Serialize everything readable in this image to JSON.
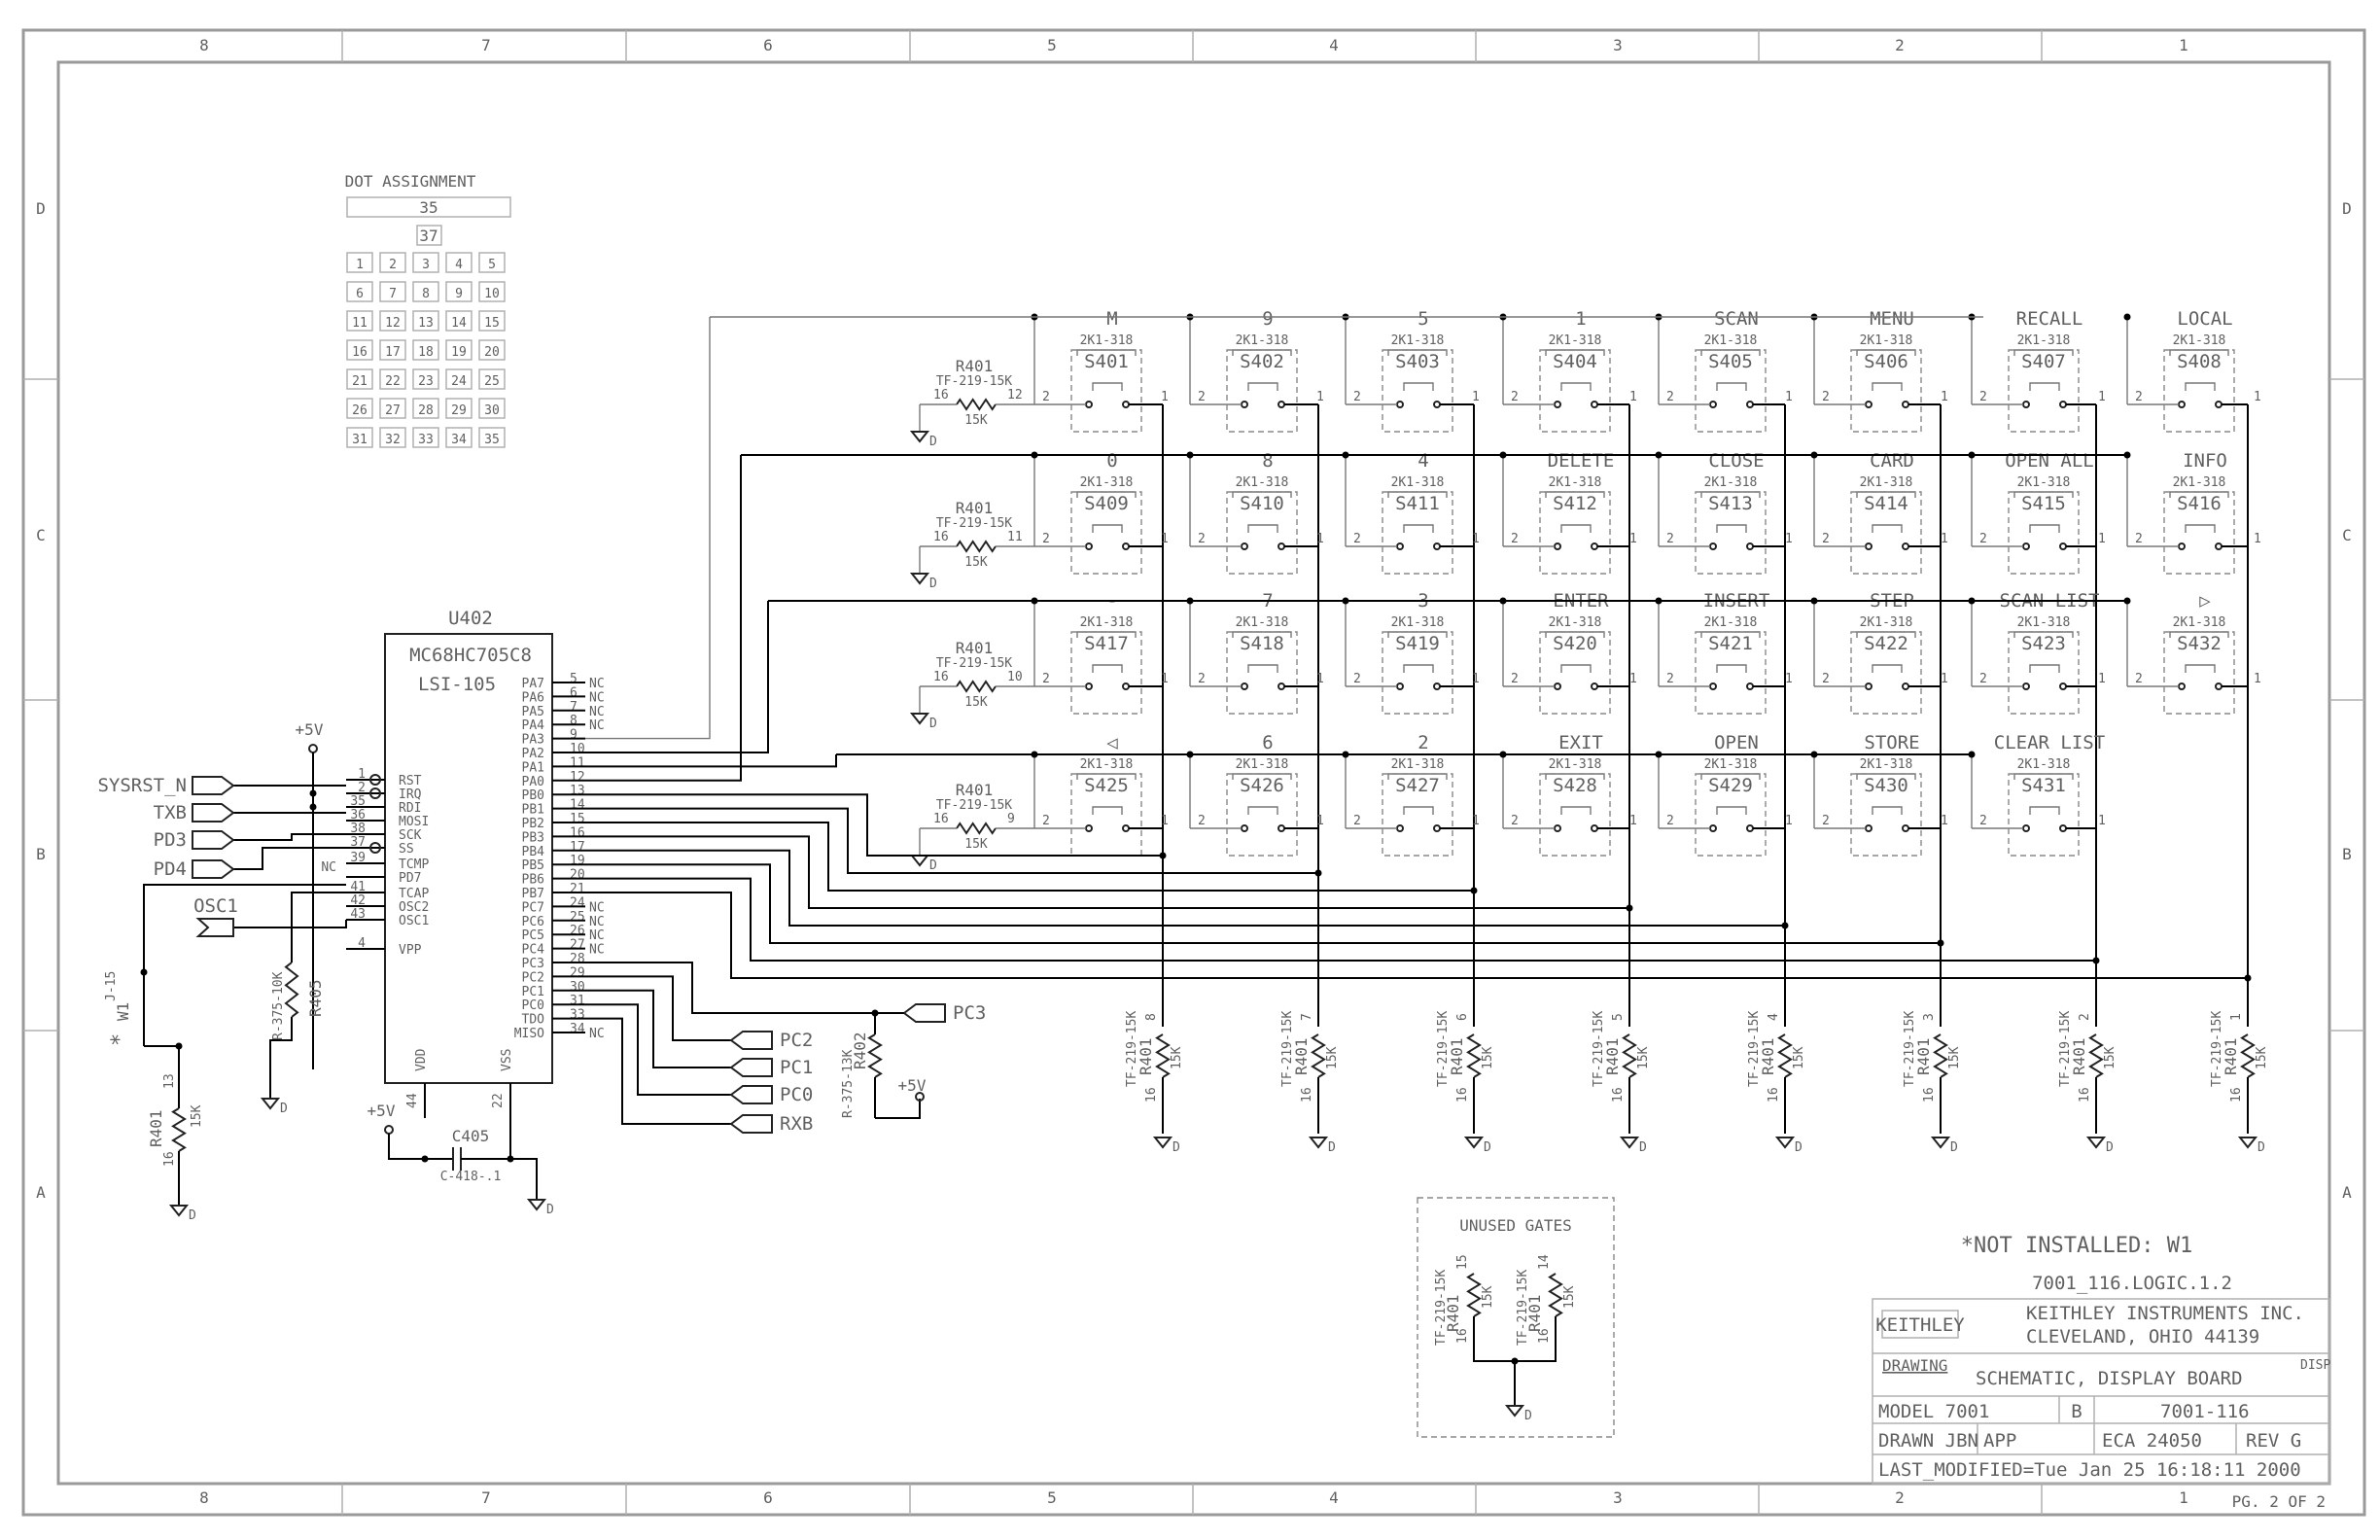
{
  "border": {
    "columns": [
      "8",
      "7",
      "6",
      "5",
      "4",
      "3",
      "2",
      "1"
    ],
    "rows": [
      "D",
      "C",
      "B",
      "A"
    ]
  },
  "dot_assignment": {
    "title": "DOT ASSIGNMENT",
    "top": "35",
    "second": "37",
    "grid": [
      [
        "1",
        "2",
        "3",
        "4",
        "5"
      ],
      [
        "6",
        "7",
        "8",
        "9",
        "10"
      ],
      [
        "11",
        "12",
        "13",
        "14",
        "15"
      ],
      [
        "16",
        "17",
        "18",
        "19",
        "20"
      ],
      [
        "21",
        "22",
        "23",
        "24",
        "25"
      ],
      [
        "26",
        "27",
        "28",
        "29",
        "30"
      ],
      [
        "31",
        "32",
        "33",
        "34",
        "35"
      ]
    ]
  },
  "switch_part": "2K1-318",
  "keypad": [
    [
      "M",
      "9",
      "5",
      "1",
      "SCAN",
      "MENU",
      "RECALL",
      "LOCAL"
    ],
    [
      "0",
      "8",
      "4",
      "DELETE",
      "CLOSE",
      "CARD",
      "OPEN ALL",
      "INFO"
    ],
    [
      "-",
      "7",
      "3",
      "ENTER",
      "INSERT",
      "STEP",
      "SCAN LIST",
      "▷"
    ],
    [
      "◁",
      "6",
      "2",
      "EXIT",
      "OPEN",
      "STORE",
      "CLEAR LIST",
      ""
    ]
  ],
  "switch_ids": [
    [
      "S401",
      "S402",
      "S403",
      "S404",
      "S405",
      "S406",
      "S407",
      "S408"
    ],
    [
      "S409",
      "S410",
      "S411",
      "S412",
      "S413",
      "S414",
      "S415",
      "S416"
    ],
    [
      "S417",
      "S418",
      "S419",
      "S420",
      "S421",
      "S422",
      "S423",
      "S432"
    ],
    [
      "S425",
      "S426",
      "S427",
      "S428",
      "S429",
      "S430",
      "S431",
      ""
    ]
  ],
  "row_resistors": [
    {
      "ref": "R401",
      "part": "TF-219-15K",
      "val": "15K",
      "pin_l": "16",
      "pin_r": "12"
    },
    {
      "ref": "R401",
      "part": "TF-219-15K",
      "val": "15K",
      "pin_l": "16",
      "pin_r": "11"
    },
    {
      "ref": "R401",
      "part": "TF-219-15K",
      "val": "15K",
      "pin_l": "16",
      "pin_r": "10"
    },
    {
      "ref": "R401",
      "part": "TF-219-15K",
      "val": "15K",
      "pin_l": "16",
      "pin_r": "9"
    }
  ],
  "col_resistors": [
    {
      "ref": "R401",
      "part": "TF-219-15K",
      "val": "15K",
      "pin_top": "8",
      "pin_bot": "16"
    },
    {
      "ref": "R401",
      "part": "TF-219-15K",
      "val": "15K",
      "pin_top": "7",
      "pin_bot": "16"
    },
    {
      "ref": "R401",
      "part": "TF-219-15K",
      "val": "15K",
      "pin_top": "6",
      "pin_bot": "16"
    },
    {
      "ref": "R401",
      "part": "TF-219-15K",
      "val": "15K",
      "pin_top": "5",
      "pin_bot": "16"
    },
    {
      "ref": "R401",
      "part": "TF-219-15K",
      "val": "15K",
      "pin_top": "4",
      "pin_bot": "16"
    },
    {
      "ref": "R401",
      "part": "TF-219-15K",
      "val": "15K",
      "pin_top": "3",
      "pin_bot": "16"
    },
    {
      "ref": "R401",
      "part": "TF-219-15K",
      "val": "15K",
      "pin_top": "2",
      "pin_bot": "16"
    },
    {
      "ref": "R401",
      "part": "TF-219-15K",
      "val": "15K",
      "pin_top": "1",
      "pin_bot": "16"
    }
  ],
  "ic": {
    "ref": "U402",
    "part": "MC68HC705C8",
    "sub": "LSI-105",
    "left_pins": [
      {
        "num": "1",
        "name": "RST"
      },
      {
        "num": "2",
        "name": "IRQ"
      },
      {
        "num": "35",
        "name": "RDI"
      },
      {
        "num": "36",
        "name": "MOSI"
      },
      {
        "num": "38",
        "name": "SCK"
      },
      {
        "num": "37",
        "name": "SS"
      },
      {
        "num": "39",
        "name": "TCMP"
      },
      {
        "num": "",
        "name": "PD7"
      },
      {
        "num": "41",
        "name": "TCAP"
      },
      {
        "num": "42",
        "name": "OSC2"
      },
      {
        "num": "43",
        "name": "OSC1"
      },
      {
        "num": "4",
        "name": "VPP"
      }
    ],
    "right_pins": [
      {
        "name": "PA7",
        "num": "5",
        "nc": "NC"
      },
      {
        "name": "PA6",
        "num": "6",
        "nc": "NC"
      },
      {
        "name": "PA5",
        "num": "7",
        "nc": "NC"
      },
      {
        "name": "PA4",
        "num": "8",
        "nc": "NC"
      },
      {
        "name": "PA3",
        "num": "9",
        "nc": ""
      },
      {
        "name": "PA2",
        "num": "10",
        "nc": ""
      },
      {
        "name": "PA1",
        "num": "11",
        "nc": ""
      },
      {
        "name": "PA0",
        "num": "12",
        "nc": ""
      },
      {
        "name": "PB0",
        "num": "13",
        "nc": ""
      },
      {
        "name": "PB1",
        "num": "14",
        "nc": ""
      },
      {
        "name": "PB2",
        "num": "15",
        "nc": ""
      },
      {
        "name": "PB3",
        "num": "16",
        "nc": ""
      },
      {
        "name": "PB4",
        "num": "17",
        "nc": ""
      },
      {
        "name": "PB5",
        "num": "19",
        "nc": ""
      },
      {
        "name": "PB6",
        "num": "20",
        "nc": ""
      },
      {
        "name": "PB7",
        "num": "21",
        "nc": ""
      },
      {
        "name": "PC7",
        "num": "24",
        "nc": "NC"
      },
      {
        "name": "PC6",
        "num": "25",
        "nc": "NC"
      },
      {
        "name": "PC5",
        "num": "26",
        "nc": "NC"
      },
      {
        "name": "PC4",
        "num": "27",
        "nc": "NC"
      },
      {
        "name": "PC3",
        "num": "28",
        "nc": ""
      },
      {
        "name": "PC2",
        "num": "29",
        "nc": ""
      },
      {
        "name": "PC1",
        "num": "30",
        "nc": ""
      },
      {
        "name": "PC0",
        "num": "31",
        "nc": ""
      },
      {
        "name": "TDO",
        "num": "33",
        "nc": ""
      },
      {
        "name": "MISO",
        "num": "34",
        "nc": "NC"
      }
    ],
    "vdd": "VDD",
    "vdd_pin": "44",
    "vss": "VSS",
    "vss_pin": "22"
  },
  "ports_left": [
    "SYSRST_N",
    "TXB",
    "PD3",
    "PD4",
    "OSC1"
  ],
  "ports_right": [
    "PC3",
    "PC2",
    "PC1",
    "PC0",
    "RXB"
  ],
  "nc_label": "NC",
  "power": "+5V",
  "ground": "D",
  "cap": {
    "ref": "C405",
    "part": "C-418-.1"
  },
  "r402": {
    "ref": "R402",
    "part": "R-375-13K"
  },
  "r405": {
    "ref": "R405",
    "part": "R-375-10K"
  },
  "r401_left": {
    "ref": "R401",
    "pin_top": "13",
    "pin_bot": "16",
    "val": "15K"
  },
  "w1": {
    "ref": "W1",
    "part": "J-15",
    "mark": "*"
  },
  "unused": {
    "title": "UNUSED GATES",
    "a": {
      "ref": "R401",
      "part": "TF-219-15K",
      "val": "15K",
      "pin_top": "15",
      "pin_bot": "16"
    },
    "b": {
      "ref": "R401",
      "part": "TF-219-15K",
      "val": "15K",
      "pin_top": "14",
      "pin_bot": "16"
    }
  },
  "title_block": {
    "note": "*NOT INSTALLED: W1",
    "file": "7001_116.LOGIC.1.2",
    "logo": "KEITHLEY",
    "company": "KEITHLEY INSTRUMENTS INC.",
    "city": "CLEVELAND, OHIO 44139",
    "drawing_label": "DRAWING",
    "title": "SCHEMATIC, DISPLAY BOARD",
    "disp": "DISP",
    "model": "MODEL 7001",
    "size": "B",
    "number": "7001-116",
    "drawn": "DRAWN JBN",
    "app": "APP",
    "eca": "ECA 24050",
    "rev": "REV G",
    "modified": "LAST_MODIFIED=Tue Jan 25 16:18:11 2000",
    "page": "PG. 2 OF 2"
  }
}
